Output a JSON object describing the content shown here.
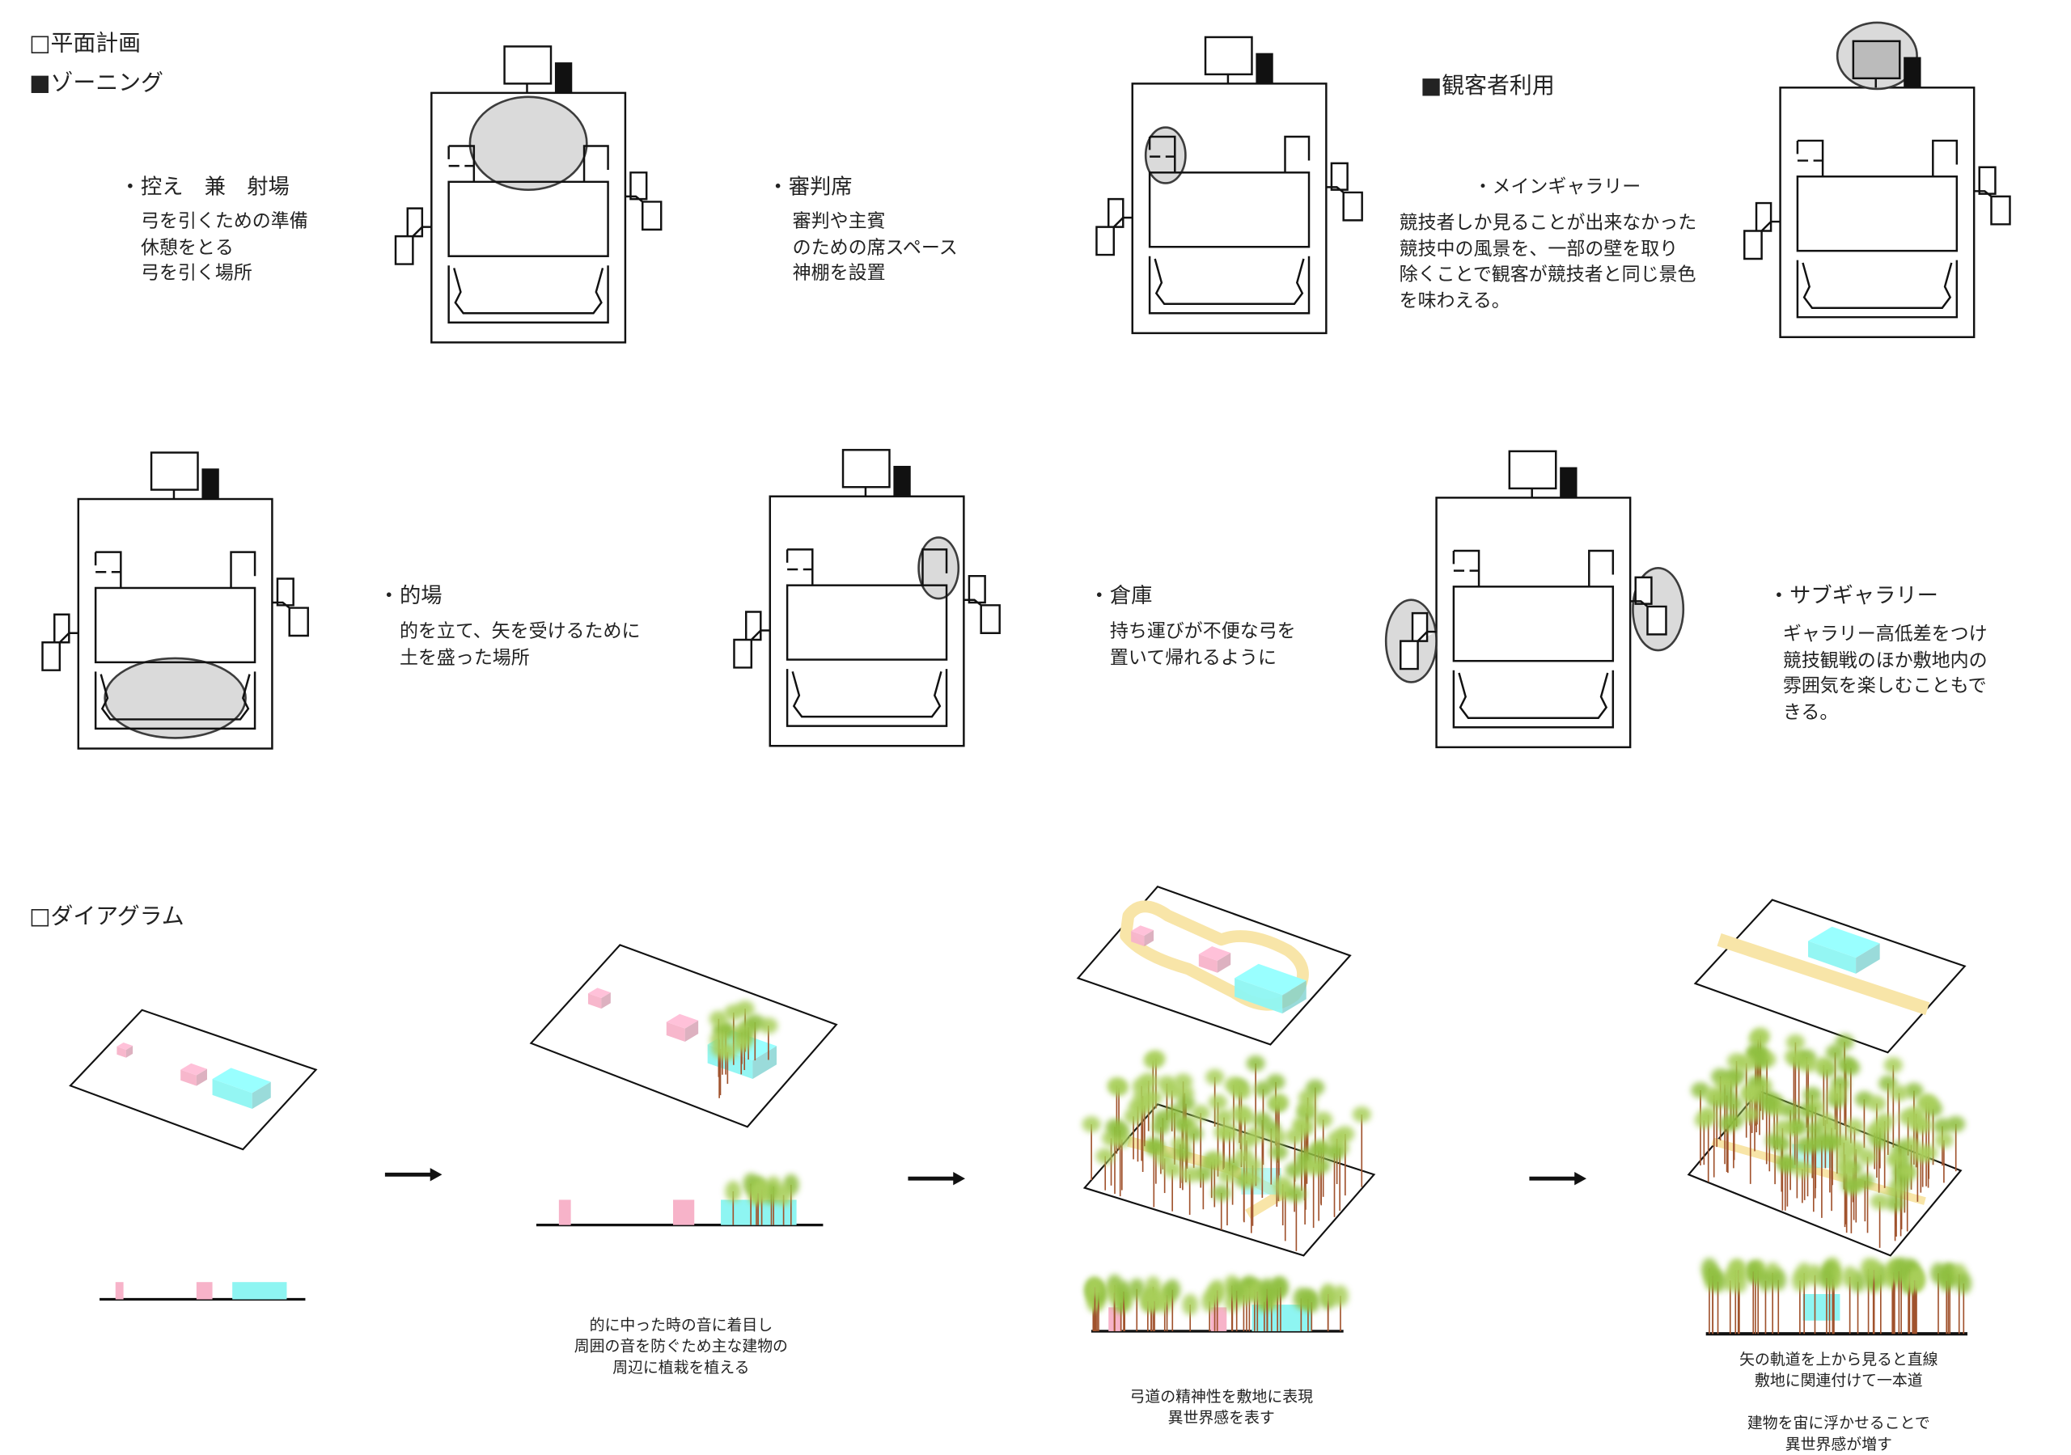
{
  "section_plan": {
    "title": "□平面計画"
  },
  "zoning": {
    "title": "■ゾーニング"
  },
  "audience": {
    "title": "■観客者利用"
  },
  "zones": [
    {
      "label": "・控え　兼　射場",
      "lines": [
        "弓を引くための準備",
        "休憩をとる",
        "弓を引く場所"
      ]
    },
    {
      "label": "・審判席",
      "lines": [
        "審判や主賓",
        "のための席スペース",
        "神棚を設置"
      ]
    },
    {
      "label": "・メインギャラリー",
      "lines": [
        "競技者しか見ることが出来なかった",
        "競技中の風景を、一部の壁を取り",
        "除くことで観客が競技者と同じ景色",
        "を味わえる。"
      ]
    },
    {
      "label": "・的場",
      "lines": [
        "的を立て、矢を受けるために",
        "土を盛った場所"
      ]
    },
    {
      "label": "・倉庫",
      "lines": [
        "持ち運びが不便な弓を",
        "置いて帰れるように"
      ]
    },
    {
      "label": "・サブギャラリー",
      "lines": [
        "ギャラリー高低差をつけ",
        "競技観戦のほか敷地内の",
        "雰囲気を楽しむこともで",
        "きる。"
      ]
    }
  ],
  "section_diagram": {
    "title": "□ダイアグラム"
  },
  "captions": [
    {
      "lines": [
        "的に中った時の音に着目し",
        "周囲の音を防ぐため主な建物の",
        "周辺に植栽を植える"
      ]
    },
    {
      "lines": [
        "弓道の精神性を敷地に表現",
        "異世界感を表す"
      ]
    },
    {
      "lines": [
        "矢の軌道を上から見ると直線",
        "敷地に関連付けて一本道",
        "",
        "建物を宙に浮かせることで",
        "異世界感が増す"
      ]
    }
  ],
  "colors": {
    "pink": "#f7b3c9",
    "cyan": "#8ef5f2",
    "path": "#f8e5a8",
    "tree": "#a8cf5a",
    "trunk": "#a0522d",
    "highlight": "#d9d9d9"
  }
}
